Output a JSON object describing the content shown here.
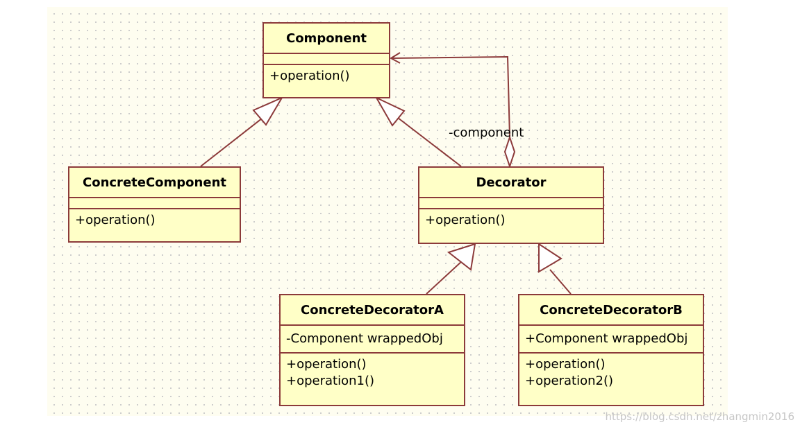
{
  "diagram": {
    "classes": {
      "component": {
        "name": "Component",
        "attributes": [],
        "operations": [
          "+operation()"
        ]
      },
      "concrete_component": {
        "name": "ConcreteComponent",
        "attributes": [],
        "operations": [
          "+operation()"
        ]
      },
      "decorator": {
        "name": "Decorator",
        "attributes": [],
        "operations": [
          "+operation()"
        ]
      },
      "concrete_decorator_a": {
        "name": "ConcreteDecoratorA",
        "attributes": [
          "-Component wrappedObj"
        ],
        "operations": [
          "+operation()",
          "+operation1()"
        ]
      },
      "concrete_decorator_b": {
        "name": "ConcreteDecoratorB",
        "attributes": [
          "+Component wrappedObj"
        ],
        "operations": [
          "+operation()",
          "+operation2()"
        ]
      }
    },
    "relations": {
      "aggregation_role": "-component"
    }
  },
  "colors": {
    "class_fill": "#ffffc7",
    "class_border": "#8c3a3a",
    "line": "#8c3a3a"
  },
  "watermark": "https://blog.csdn.net/zhangmin2016"
}
